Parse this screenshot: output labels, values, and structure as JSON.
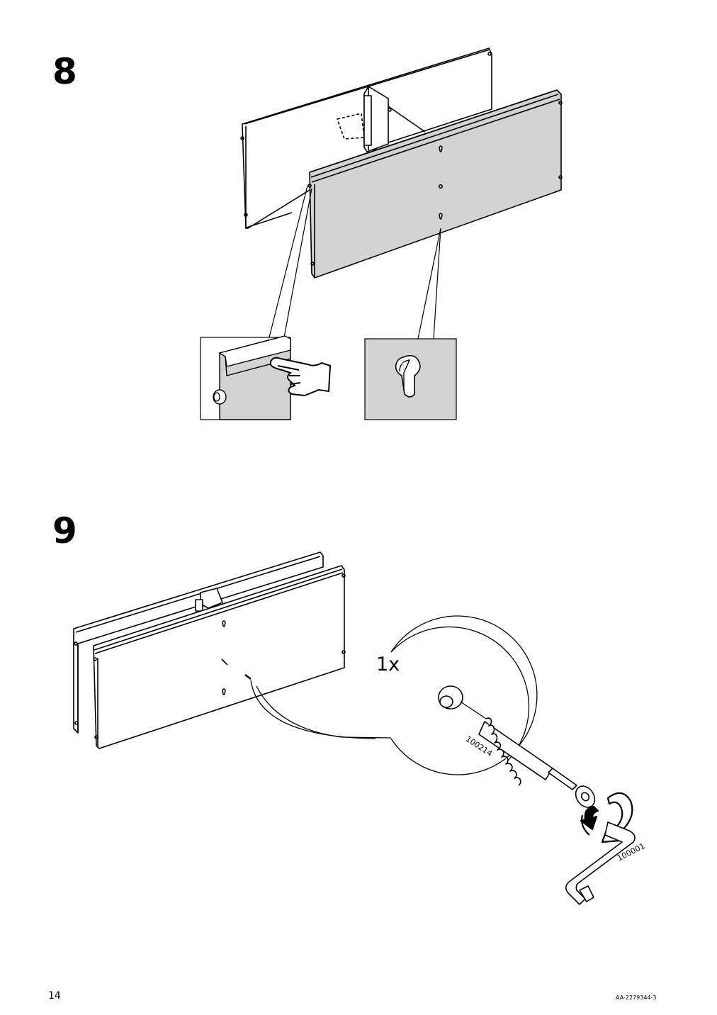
{
  "steps": [
    {
      "number": "8"
    },
    {
      "number": "9",
      "quantity": "1x",
      "screw_part": "100214",
      "key_part": "100001"
    }
  ],
  "footer": {
    "page_number": "14",
    "doc_code": "AA-2279344-3"
  },
  "colors": {
    "panel_fill": "#d3d3d3",
    "line": "#000000",
    "background": "#ffffff"
  },
  "icons": [
    "hand-press-icon",
    "keyhole-slot-icon",
    "allen-key-icon",
    "rotate-arrow-icon",
    "screw-icon"
  ]
}
